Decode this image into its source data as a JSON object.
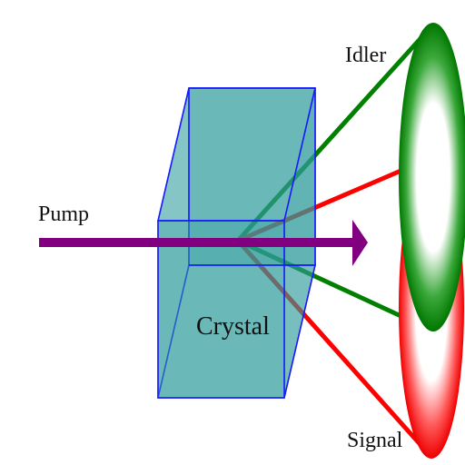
{
  "labels": {
    "pump": "Pump",
    "crystal": "Crystal",
    "idler": "Idler",
    "signal": "Signal"
  },
  "colors": {
    "pump": "#800080",
    "crystal_fill": "#2e9a9a",
    "crystal_edge": "#1a1aff",
    "idler": "#008000",
    "signal": "#ff0000",
    "background": "#ffffff"
  }
}
